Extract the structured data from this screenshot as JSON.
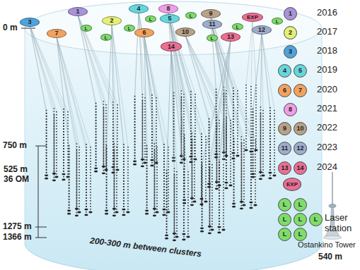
{
  "diagram": {
    "nodes": [
      {
        "text": [
          "1"
        ]
      },
      {
        "text": [
          "4"
        ]
      },
      {
        "text": [
          "8"
        ]
      },
      {
        "text": [
          "9"
        ]
      },
      {
        "text": [
          "EXP"
        ]
      },
      {
        "text": [
          "3"
        ]
      },
      {
        "text": [
          "2"
        ]
      },
      {
        "text": [
          "5"
        ]
      },
      {
        "text": [
          "11"
        ]
      },
      {
        "text": [
          "12"
        ]
      },
      {
        "text": [
          "7"
        ]
      },
      {
        "text": [
          "6"
        ]
      },
      {
        "text": [
          "10"
        ]
      },
      {
        "text": [
          "13"
        ]
      },
      {
        "text": [
          "14"
        ]
      },
      {
        "text": [
          "L"
        ]
      },
      {
        "text": [
          "L"
        ]
      },
      {
        "text": [
          "L"
        ]
      },
      {
        "text": [
          "L"
        ]
      },
      {
        "text": [
          "L"
        ]
      },
      {
        "text": [
          "L"
        ]
      },
      {
        "text": [
          "L"
        ]
      },
      {
        "text": [
          "L"
        ]
      },
      {
        "text": [
          "1"
        ]
      },
      {
        "text": [
          "2"
        ]
      },
      {
        "text": [
          "3"
        ]
      },
      {
        "text": [
          "4"
        ]
      },
      {
        "text": [
          "5"
        ]
      },
      {
        "text": [
          "6"
        ]
      },
      {
        "text": [
          "7"
        ]
      },
      {
        "text": [
          "8"
        ]
      },
      {
        "text": [
          "9"
        ]
      },
      {
        "text": [
          "10"
        ]
      },
      {
        "text": [
          "11"
        ]
      },
      {
        "text": [
          "12"
        ]
      },
      {
        "text": [
          "13"
        ]
      },
      {
        "text": [
          "14"
        ]
      },
      {
        "text": [
          "EXP"
        ]
      },
      {
        "text": [
          "L"
        ]
      },
      {
        "text": [
          "L"
        ]
      },
      {
        "text": [
          "L"
        ]
      },
      {
        "text": [
          "L"
        ]
      },
      {
        "text": [
          "L"
        ]
      },
      {
        "text": [
          "L"
        ]
      },
      {
        "text": [
          "L"
        ]
      }
    ],
    "labels": [
      "0 m",
      "750 m",
      "525 m 36 OM",
      "1275 m",
      "1366 m",
      "2016",
      "2017",
      "2018",
      "2019",
      "2020",
      "2021",
      "2022",
      "2023",
      "2024",
      "Laser station",
      "Ostankino Tower",
      "540 m",
      "200-300 m between clusters"
    ]
  }
}
